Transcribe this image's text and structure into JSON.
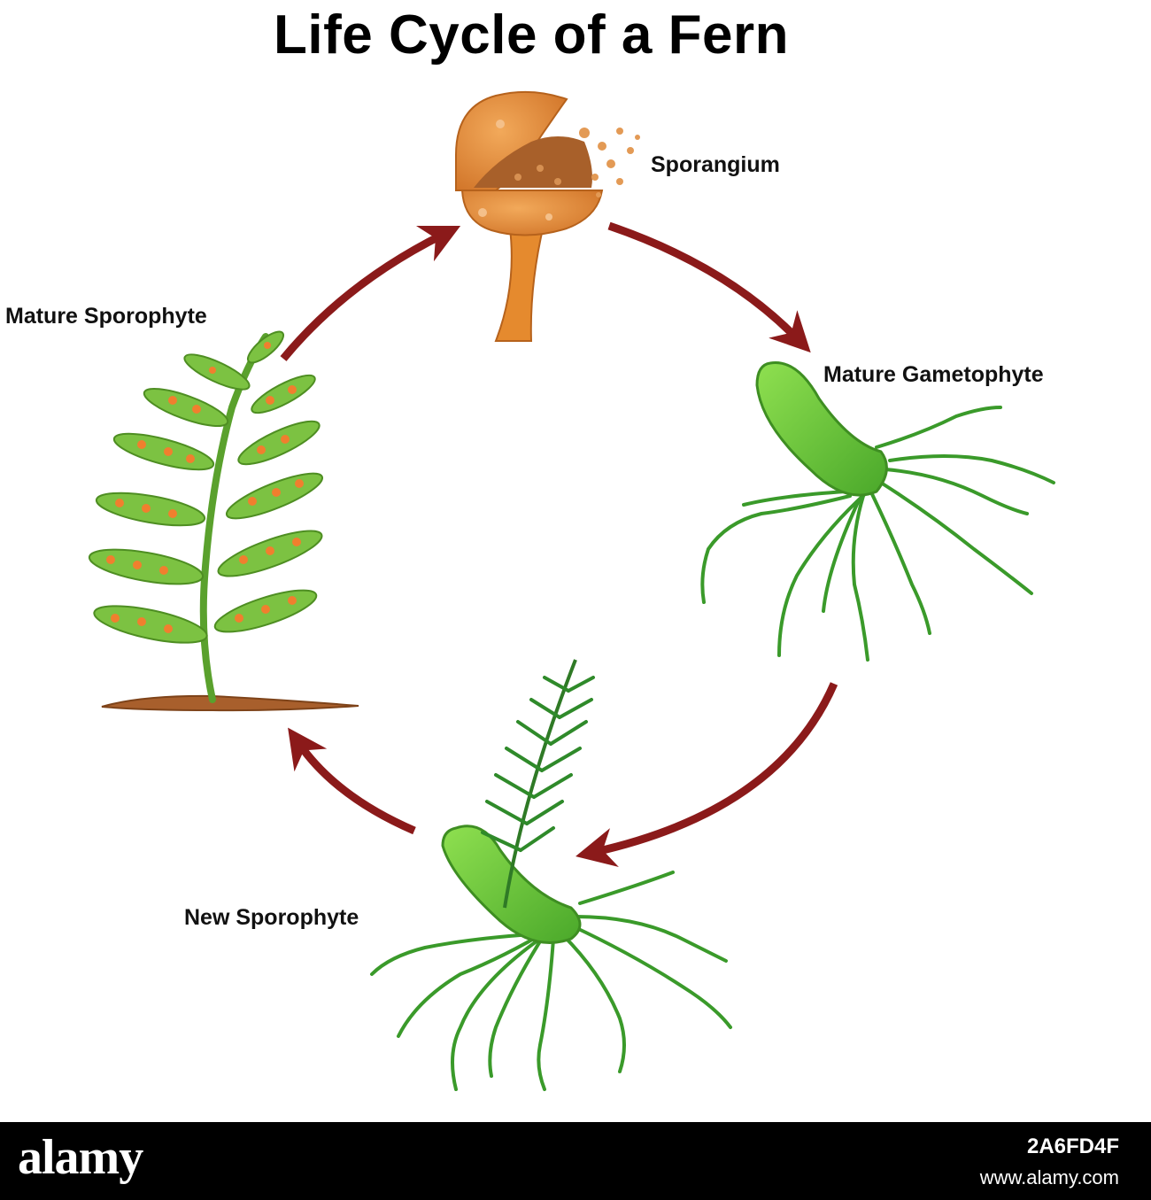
{
  "title": "Life Cycle of a Fern",
  "stages": {
    "sporangium": "Sporangium",
    "mature_gametophyte": "Mature Gametophyte",
    "new_sporophyte": "New Sporophyte",
    "mature_sporophyte": "Mature Sporophyte"
  },
  "colors": {
    "arrow": "#8b1a1a",
    "leaf": "#7cc242",
    "thallus": "#62c230",
    "root": "#3a9a2a",
    "sporangium": "#e0893a",
    "soil": "#a85f2c"
  },
  "footer": {
    "brand": "alamy",
    "stock_id": "2A6FD4F",
    "site": "www.alamy.com"
  }
}
